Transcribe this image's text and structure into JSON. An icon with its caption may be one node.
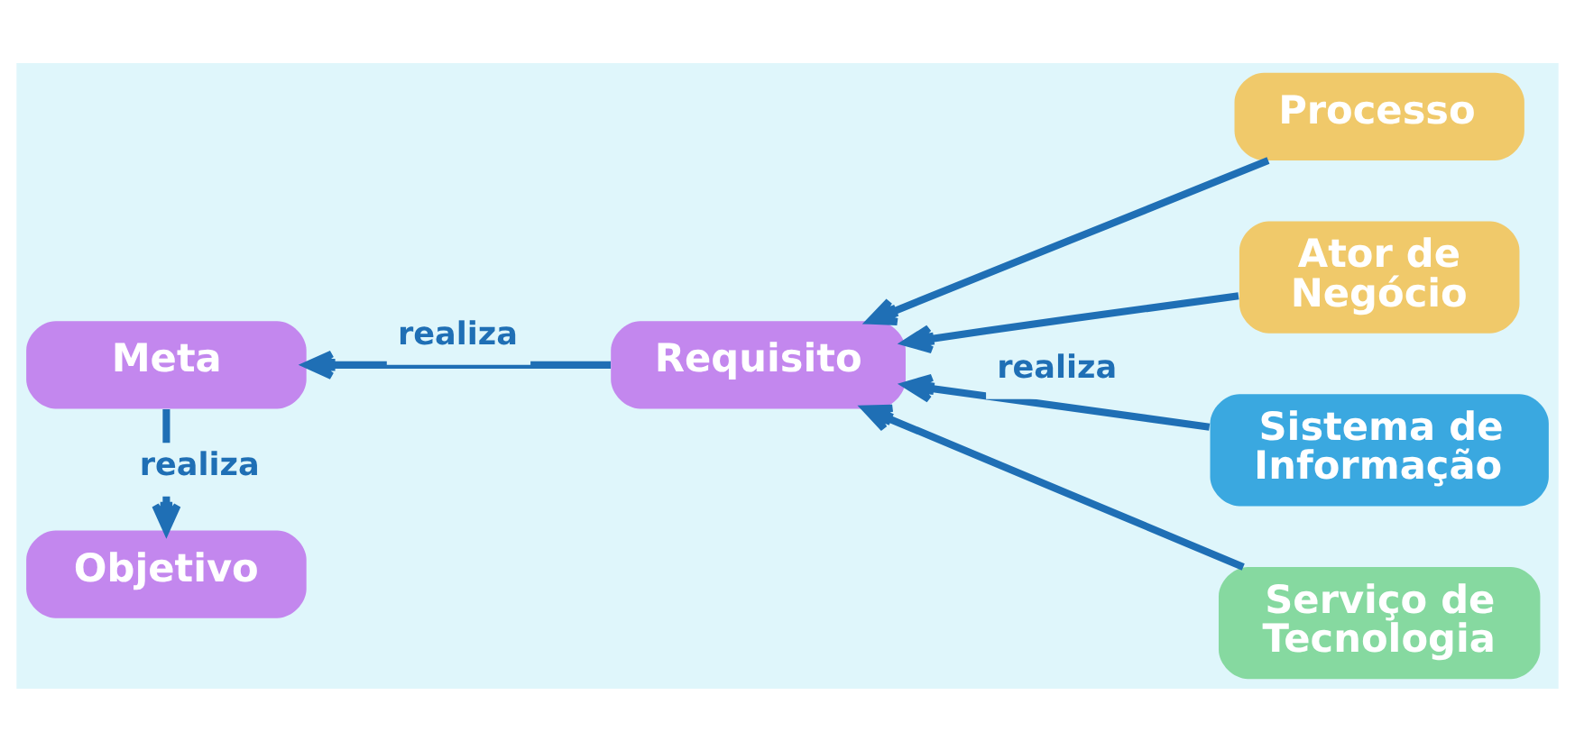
{
  "diagram": {
    "nodes": [
      {
        "text": [
          "Objetivo"
        ]
      },
      {
        "text": [
          "Meta"
        ]
      },
      {
        "text": [
          "Requisito"
        ]
      },
      {
        "text": [
          "Processo"
        ]
      },
      {
        "text": [
          "Ator de Negócio"
        ]
      },
      {
        "text": [
          "Sistema de Informação"
        ]
      },
      {
        "text": [
          "Serviço de Tecnologia"
        ]
      }
    ],
    "edges": [
      {
        "from": 1,
        "to": 0,
        "arrow": "to",
        "label": "realiza"
      },
      {
        "from": 2,
        "to": 1,
        "arrow": "to",
        "label": "realiza"
      },
      {
        "from": 3,
        "to": 2,
        "arrow": "to"
      },
      {
        "from": 4,
        "to": 2,
        "arrow": "to"
      },
      {
        "from": 5,
        "to": 2,
        "arrow": "to",
        "label": "realiza"
      },
      {
        "from": 6,
        "to": 2,
        "arrow": "to"
      }
    ]
  }
}
